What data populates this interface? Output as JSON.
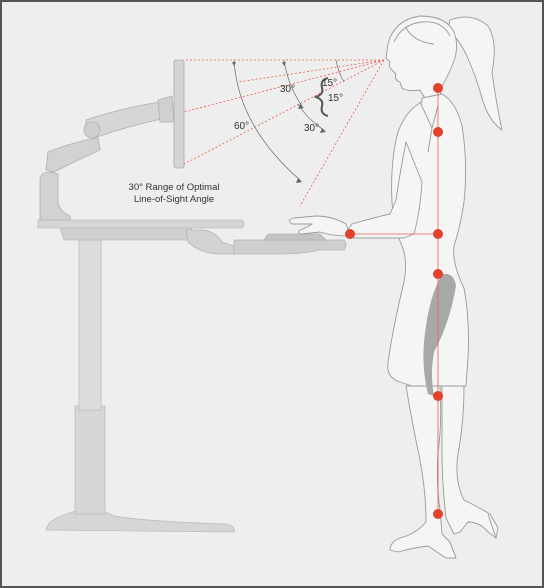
{
  "colors": {
    "background": "#efeeee",
    "frame": "#555555",
    "desk": "#d6d6d6",
    "outline": "#9a9a9a",
    "sight_line": "#e8604c",
    "joint": "#e2412b"
  },
  "angles": {
    "a30_upper": "30°",
    "a15_upper": "15°",
    "a15_lower": "15°",
    "a60": "60°",
    "a30_lower": "30°"
  },
  "caption": {
    "line1": "30° Range of Optimal",
    "line2": "Line-of-Sight Angle"
  },
  "icons": {
    "brace": "curly-brace-icon",
    "joint": "circle-dot-icon"
  }
}
